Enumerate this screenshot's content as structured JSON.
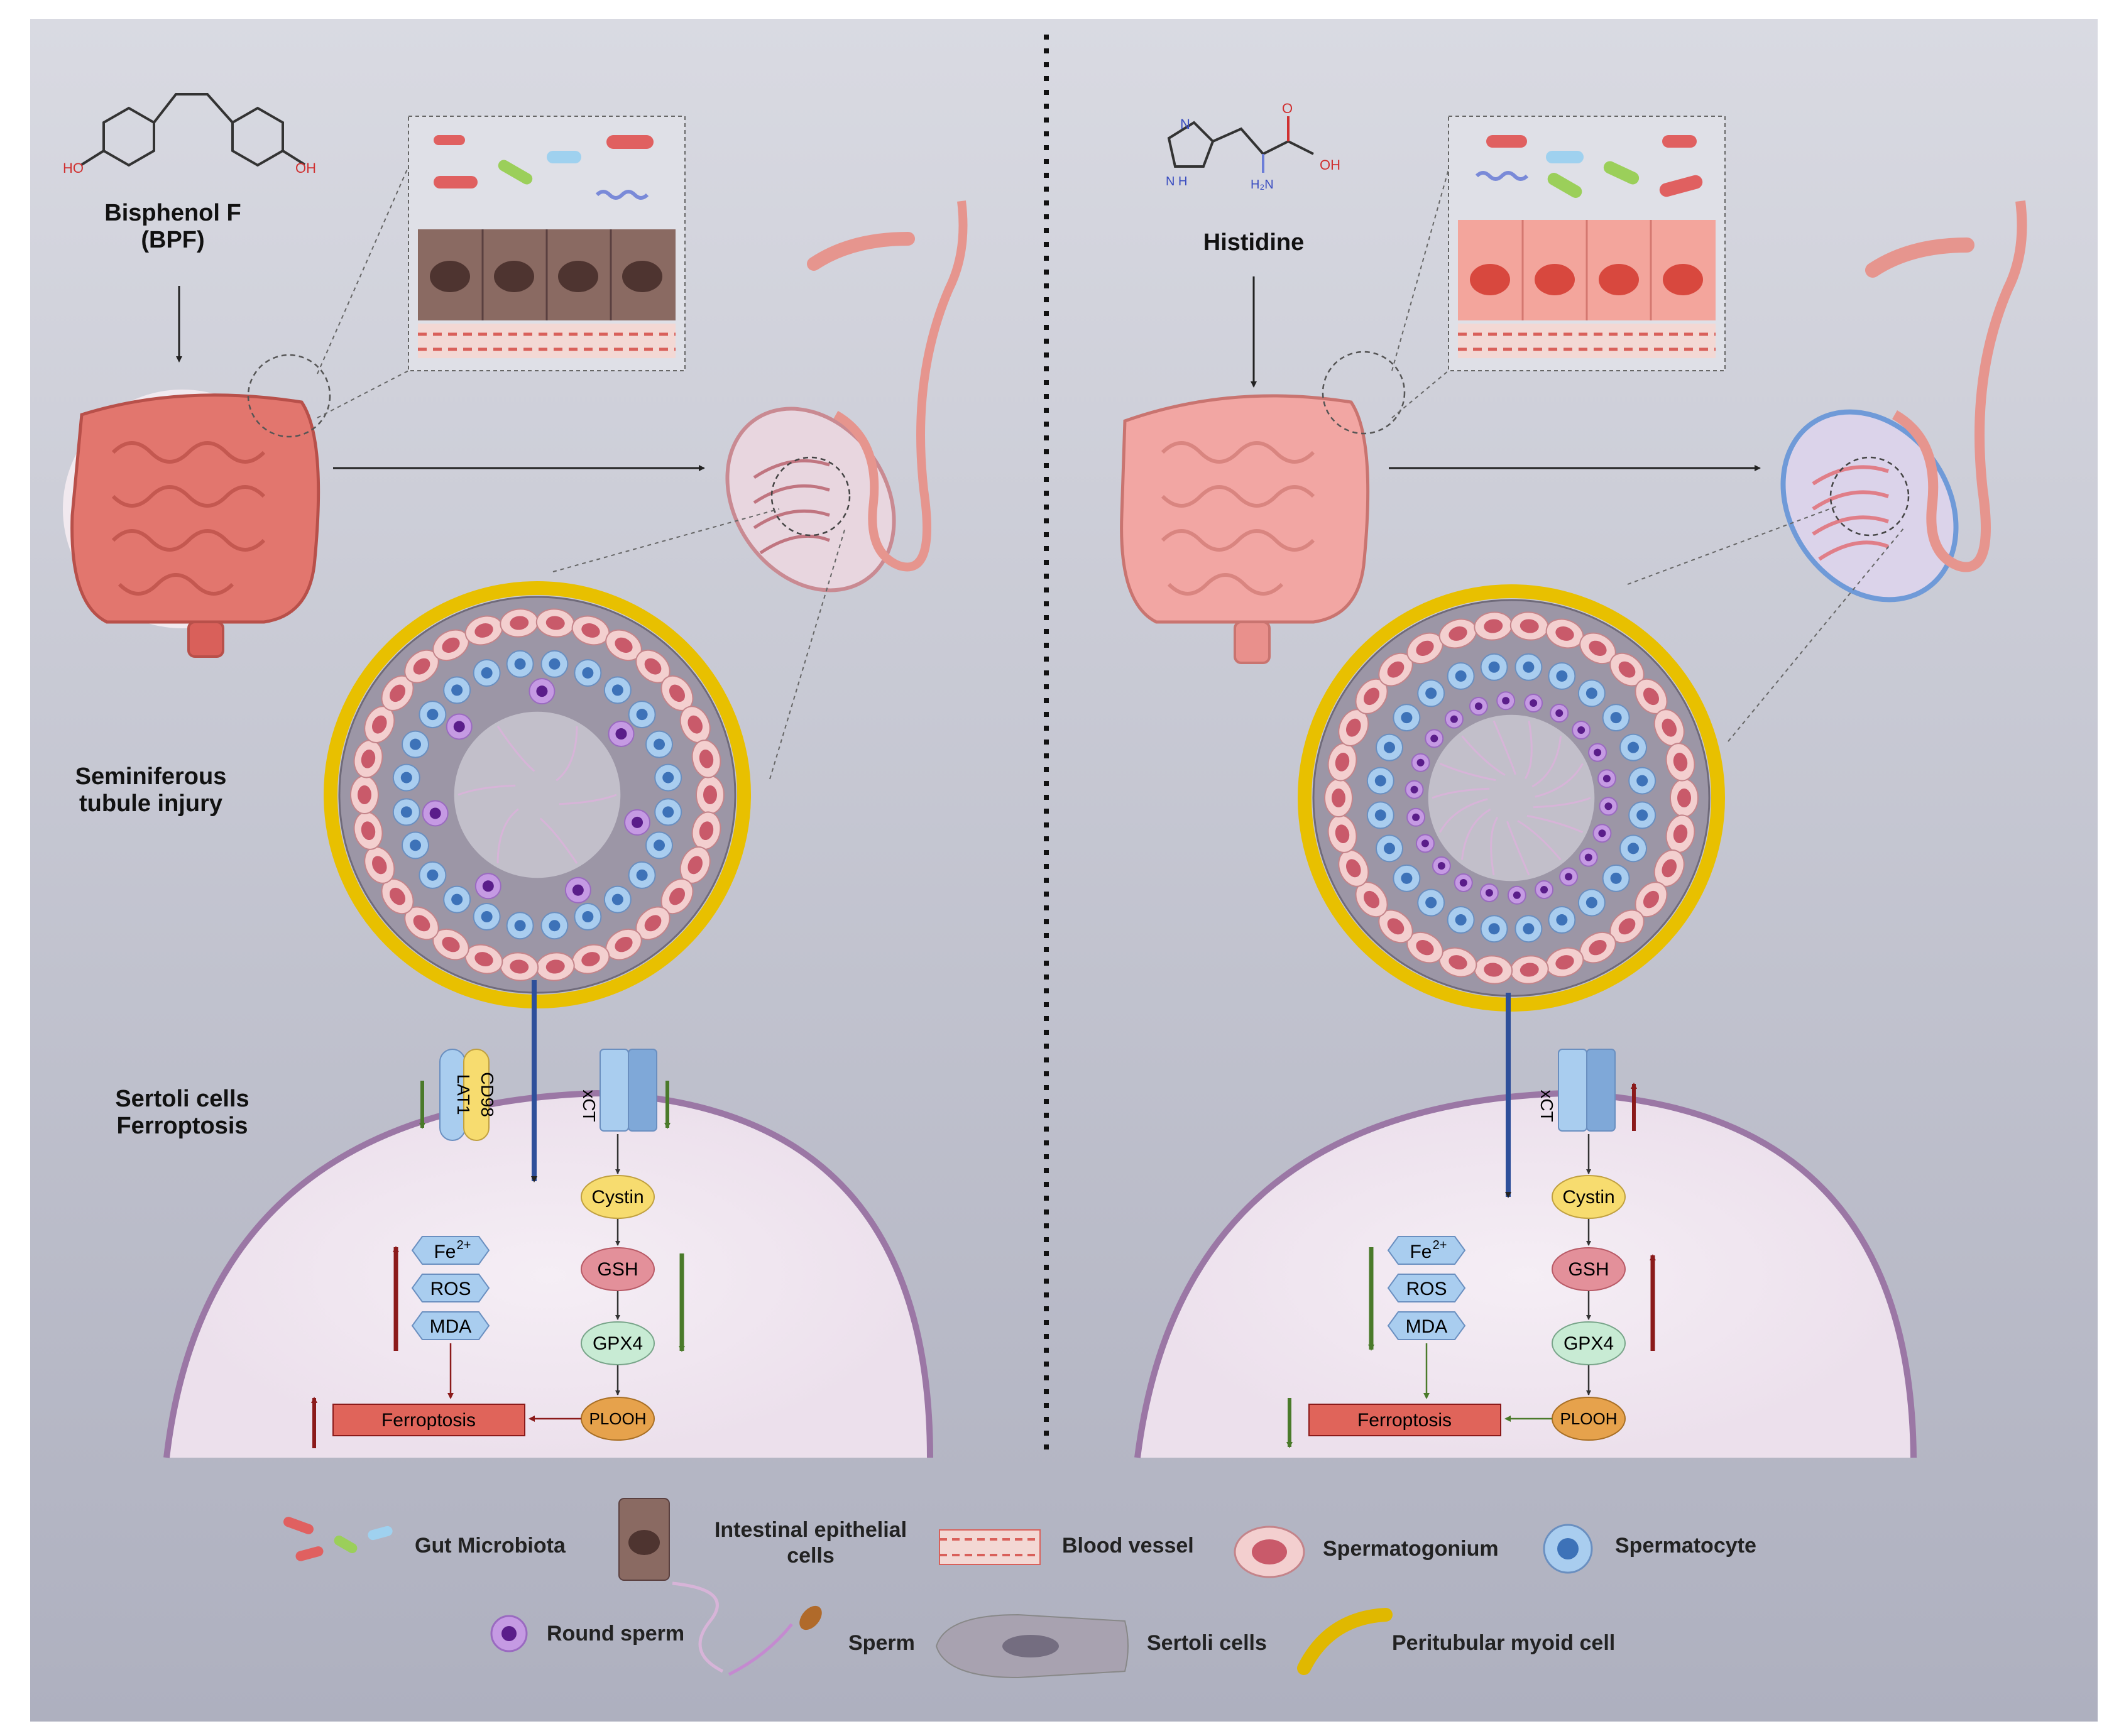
{
  "left_panel": {
    "compound_name": "Bisphenol F",
    "compound_abbrev": "(BPF)",
    "oh_left": "HO",
    "oh_right": "OH",
    "tubule_label_line1": "Seminiferous",
    "tubule_label_line2": "tubule injury",
    "cell_label_line1": "Sertoli cells",
    "cell_label_line2": "Ferroptosis",
    "transporter_a": "LAT1",
    "transporter_b": "CD98",
    "channel": "xCT"
  },
  "right_panel": {
    "compound_name": "Histidine",
    "atom_n1": "N",
    "atom_nh": "N\nH",
    "atom_h2n": "H₂N",
    "atom_o": "O",
    "atom_oh": "OH",
    "channel": "xCT"
  },
  "pathway": {
    "cystin": "Cystin",
    "gsh": "GSH",
    "gpx4": "GPX4",
    "plooh": "PLOOH",
    "fe": "Fe",
    "fe_sup": "2+",
    "ros": "ROS",
    "mda": "MDA",
    "ferroptosis": "Ferroptosis"
  },
  "legend": {
    "gut_microbiota": "Gut Microbiota",
    "epithelial_line1": "Intestinal epithelial",
    "epithelial_line2": "cells",
    "blood_vessel": "Blood vessel",
    "spermatogonium": "Spermatogonium",
    "spermatocyte": "Spermatocyte",
    "round_sperm": "Round sperm",
    "sperm": "Sperm",
    "sertoli": "Sertoli cells",
    "myoid": "Peritubular myoid cell"
  },
  "colors": {
    "up_arrow": "#8b1a1a",
    "down_arrow": "#4a7a2a",
    "ferroptosis_box": "#e0645a",
    "fe_ros_mda": "#a9cdef",
    "cystin": "#f7dc6f",
    "gsh": "#e3909a",
    "gpx4": "#c8ebd4",
    "plooh": "#e6a24c",
    "blue_arrow": "#2e4f9a",
    "background_top": "#d8d9e1",
    "background_bottom": "#aeb0be"
  }
}
